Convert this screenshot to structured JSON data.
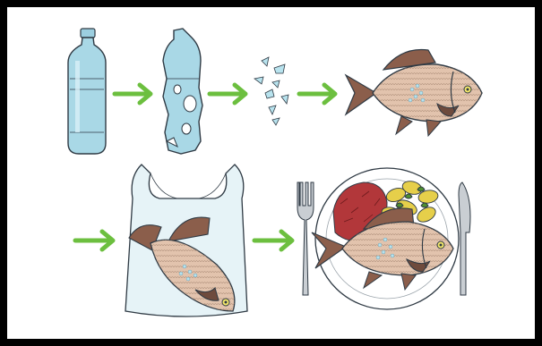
{
  "diagram": {
    "steps_top": [
      "plastic-bottle",
      "broken-bottle",
      "microplastic-fragments",
      "contaminated-fish"
    ],
    "steps_bottom": [
      "fish-in-plastic-bag",
      "fish-on-plate"
    ],
    "colors": {
      "arrow": "#6cbf3f",
      "bottle_fill": "#a9d8e6",
      "bottle_stroke": "#2f3a44",
      "fish_fill": "#e2c3ad",
      "fish_fin": "#8b5e4b",
      "fish_dark_fin": "#6e4b3d",
      "micro_plastic": "#b8e3ee",
      "meat": "#b2373a",
      "potato": "#e6cf4a",
      "leaf": "#4f8f2f",
      "cutlery": "#c9ced3",
      "bag_fill": "#e6f3f7",
      "frame": "#000000"
    }
  }
}
